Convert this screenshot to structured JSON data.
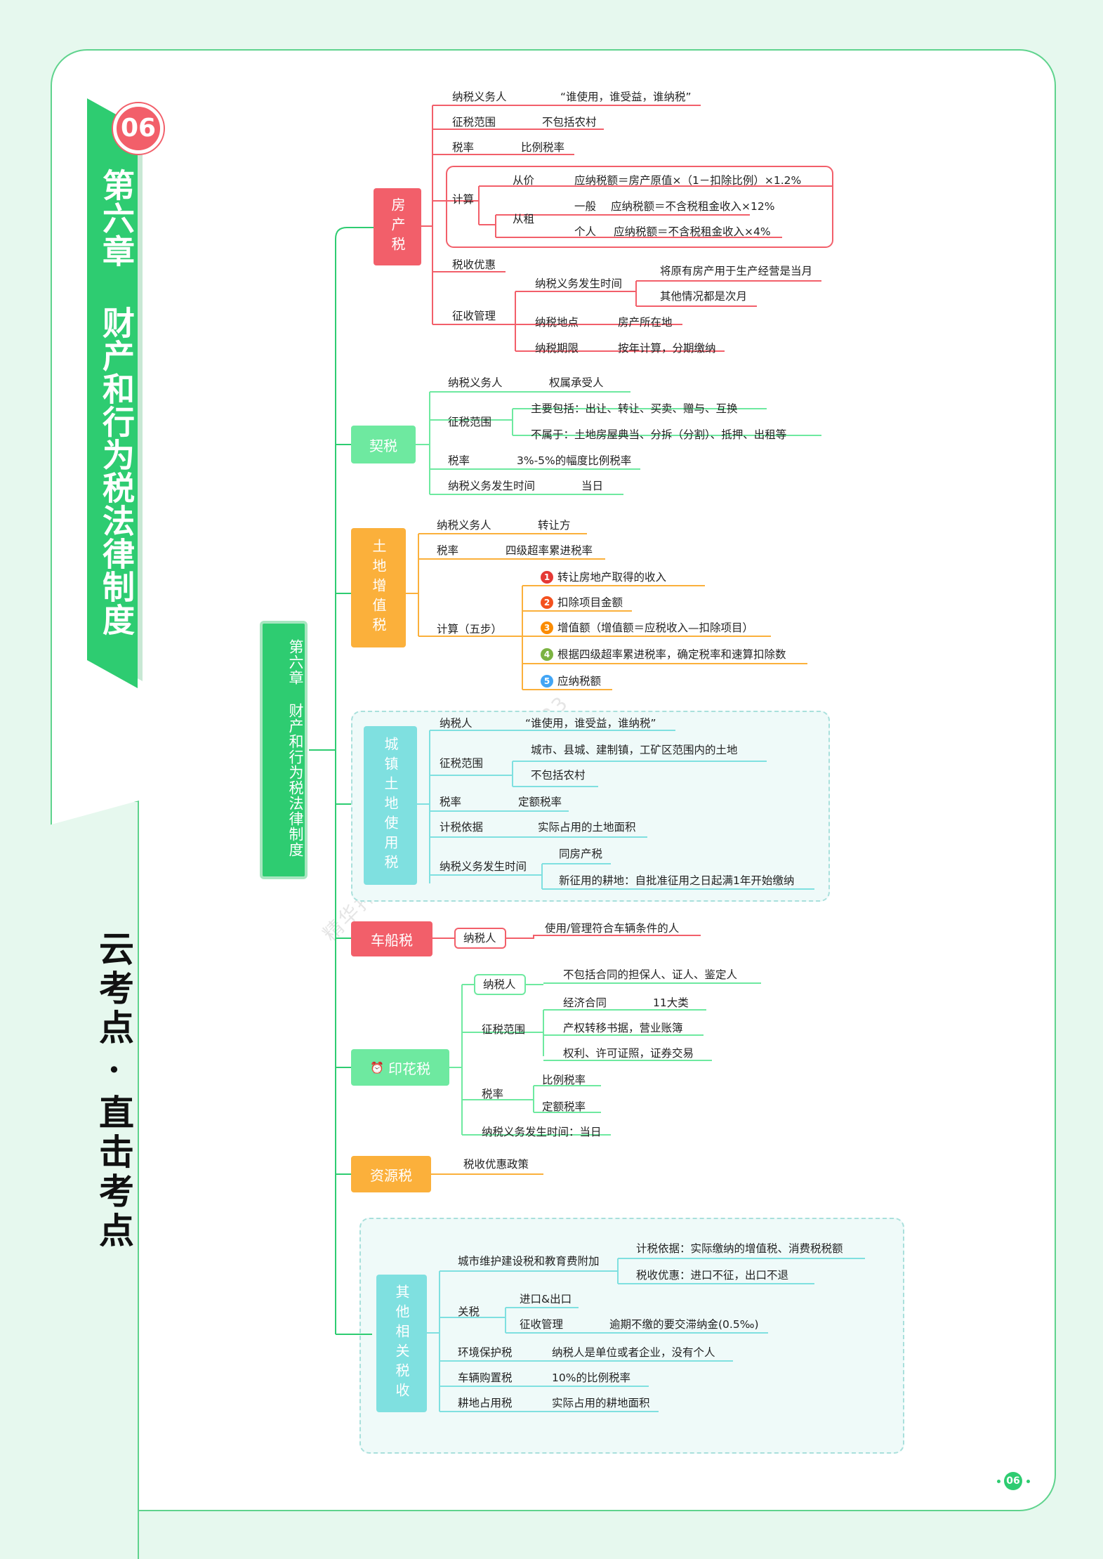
{
  "chapter": {
    "badge": "06",
    "title": "第六章 财产和行为税法律制度",
    "side_title": "云考点·直击考点",
    "page_number": "06"
  },
  "root": {
    "label": "第六章 财产和行为税法律制度"
  },
  "watermark": "精华押题 全程课程 加微信 14723",
  "colors": {
    "green": "#2ecc71",
    "red": "#f25f6a",
    "orange": "#fbb03b",
    "cyan": "#7fe0e0",
    "light_green": "#6ee9a0"
  },
  "categories": {
    "fangchan": {
      "name": "房产税",
      "taxpayer_k": "纳税义务人",
      "taxpayer_v": "“谁使用，谁受益，谁纳税”",
      "scope_k": "征税范围",
      "scope_v": "不包括农村",
      "rate_k": "税率",
      "rate_v": "比例税率",
      "calc_k": "计算",
      "congjia": "从价",
      "congjia_v": "应纳税额＝房产原值×（1－扣除比例）×1.2%",
      "congzu": "从租",
      "yiban": "一般",
      "yiban_v": "应纳税额＝不含税租金收入×12%",
      "geren": "个人",
      "geren_v": "应纳税额＝不含税租金收入×4%",
      "pref_k": "税收优惠",
      "mgmt_k": "征收管理",
      "time_k": "纳税义务发生时间",
      "time_v1": "将原有房产用于生产经营是当月",
      "time_v2": "其他情况都是次月",
      "place_k": "纳税地点",
      "place_v": "房产所在地",
      "period_k": "纳税期限",
      "period_v": "按年计算，分期缴纳"
    },
    "qi": {
      "name": "契税",
      "taxpayer_k": "纳税义务人",
      "taxpayer_v": "权属承受人",
      "scope_k": "征税范围",
      "scope_v1": "主要包括：出让、转让、买卖、赠与、互换",
      "scope_v2": "不属于：土地房屋典当、分拆（分割）、抵押、出租等",
      "rate_k": "税率",
      "rate_v": "3%-5%的幅度比例税率",
      "time_k": "纳税义务发生时间",
      "time_v": "当日"
    },
    "tudi": {
      "name": "土地增值税",
      "taxpayer_k": "纳税义务人",
      "taxpayer_v": "转让方",
      "rate_k": "税率",
      "rate_v": "四级超率累进税率",
      "calc_k": "计算（五步）",
      "steps": [
        {
          "n": "1",
          "t": "转让房地产取得的收入",
          "c": "#e53935"
        },
        {
          "n": "2",
          "t": "扣除项目金额",
          "c": "#f4511e"
        },
        {
          "n": "3",
          "t": "增值额（增值额＝应税收入—扣除项目）",
          "c": "#fb8c00"
        },
        {
          "n": "4",
          "t": "根据四级超率累进税率，确定税率和速算扣除数",
          "c": "#7cb342"
        },
        {
          "n": "5",
          "t": "应纳税额",
          "c": "#42a5f5"
        }
      ]
    },
    "chengzhen": {
      "name": "城镇土地使用税",
      "taxpayer_k": "纳税人",
      "taxpayer_v": "“谁使用，谁受益，谁纳税”",
      "scope_k": "征税范围",
      "scope_v1": "城市、县城、建制镇，工矿区范围内的土地",
      "scope_v2": "不包括农村",
      "rate_k": "税率",
      "rate_v": "定额税率",
      "basis_k": "计税依据",
      "basis_v": "实际占用的土地面积",
      "time_k": "纳税义务发生时间",
      "time_v1": "同房产税",
      "time_v2": "新征用的耕地：自批准征用之日起满1年开始缴纳"
    },
    "chechuan": {
      "name": "车船税",
      "taxpayer_k": "纳税人",
      "taxpayer_v": "使用/管理符合车辆条件的人"
    },
    "yinhua": {
      "name": "印花税",
      "icon": "alarm-clock-icon",
      "taxpayer_k": "纳税人",
      "taxpayer_v": "不包括合同的担保人、证人、鉴定人",
      "scope_k": "征税范围",
      "contract_k": "经济合同",
      "contract_v": "11大类",
      "scope_v2": "产权转移书据，营业账簿",
      "scope_v3": "权利、许可证照，证券交易",
      "rate_k": "税率",
      "rate_v1": "比例税率",
      "rate_v2": "定额税率",
      "time": "纳税义务发生时间：当日"
    },
    "ziyuan": {
      "name": "资源税",
      "pref": "税收优惠政策"
    },
    "qita": {
      "name": "其他相关税收",
      "urban_k": "城市维护建设税和教育费附加",
      "urban_v1": "计税依据：实际缴纳的增值税、消费税税额",
      "urban_v2": "税收优惠：进口不征，出口不退",
      "customs_k": "关税",
      "customs_v1": "进口&出口",
      "customs_mgmt": "征收管理",
      "customs_v2": "逾期不缴的要交滞纳金(0.5‰)",
      "env_k": "环境保护税",
      "env_v": "纳税人是单位或者企业，没有个人",
      "vehicle_k": "车辆购置税",
      "vehicle_v": "10%的比例税率",
      "land_k": "耕地占用税",
      "land_v": "实际占用的耕地面积"
    }
  }
}
